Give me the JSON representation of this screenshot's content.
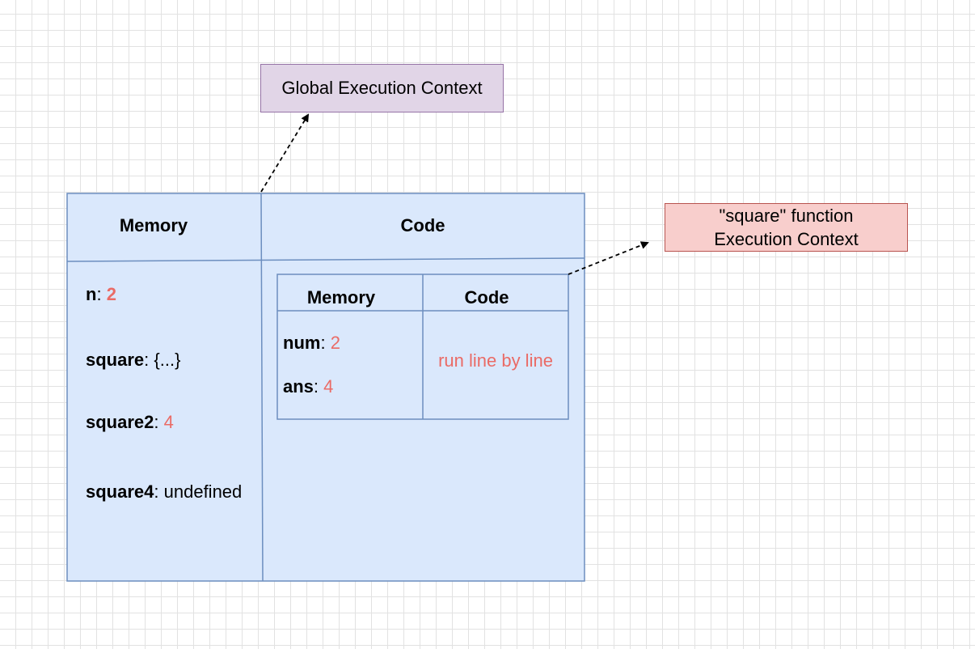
{
  "global_context": {
    "label": "Global Execution Context",
    "memory_header": "Memory",
    "code_header": "Code",
    "memory_entries": [
      {
        "key": "n",
        "sep": ": ",
        "value": "2"
      },
      {
        "key": "square",
        "sep": ": ",
        "value": "{...}"
      },
      {
        "key": "square2",
        "sep": ": ",
        "value": "4"
      },
      {
        "key": "square4",
        "sep": ": ",
        "value": "undefined"
      }
    ]
  },
  "function_context": {
    "label_line1": "\"square\" function",
    "label_line2": "Execution Context",
    "memory_header": "Memory",
    "code_header": "Code",
    "memory_entries": [
      {
        "key": "num",
        "sep": ": ",
        "value": "2"
      },
      {
        "key": "ans",
        "sep": ": ",
        "value": "4"
      }
    ],
    "code_text": "run line by line"
  },
  "colors": {
    "container_fill": "#dae8fc",
    "container_stroke": "#6c8ebf",
    "global_label_fill": "#e1d5e7",
    "global_label_stroke": "#9673a6",
    "function_label_fill": "#f8cecc",
    "function_label_stroke": "#b85450",
    "value_highlight": "#ea6b66"
  }
}
